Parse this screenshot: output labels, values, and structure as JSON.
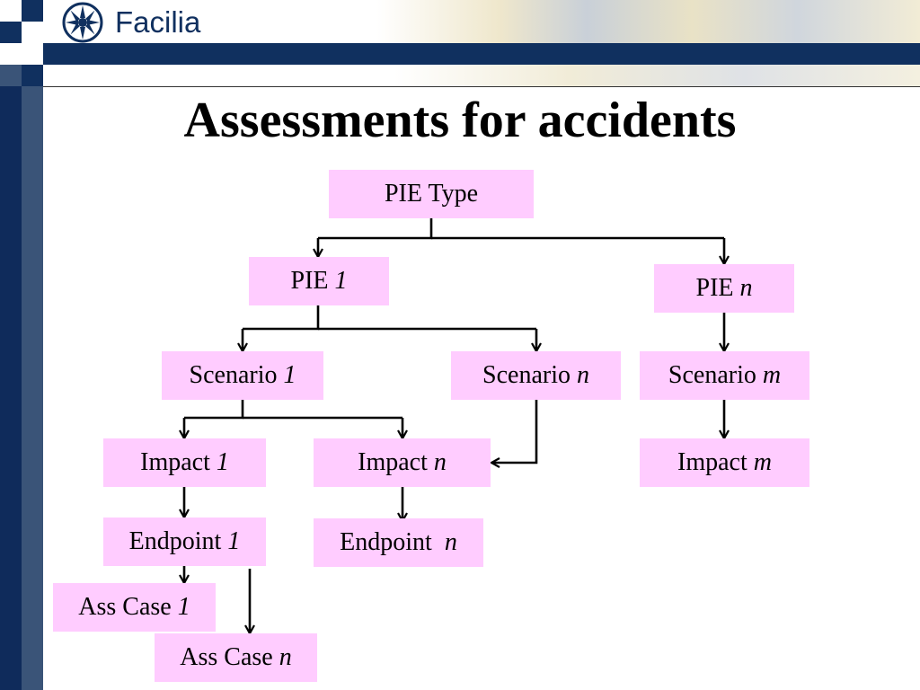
{
  "header": {
    "logo_text": "Facilia"
  },
  "title": "Assessments for accidents",
  "nodes": {
    "pie_type": {
      "label": "PIE Type",
      "suffix": ""
    },
    "pie_1": {
      "label": "PIE ",
      "suffix": "1"
    },
    "pie_n": {
      "label": "PIE ",
      "suffix": "n"
    },
    "scenario_1": {
      "label": "Scenario ",
      "suffix": "1"
    },
    "scenario_n": {
      "label": "Scenario ",
      "suffix": "n"
    },
    "scenario_m": {
      "label": "Scenario ",
      "suffix": "m"
    },
    "impact_1": {
      "label": "Impact ",
      "suffix": "1"
    },
    "impact_n": {
      "label": "Impact ",
      "suffix": "n"
    },
    "impact_m": {
      "label": "Impact ",
      "suffix": "m"
    },
    "endpoint_1": {
      "label": "Endpoint ",
      "suffix": "1"
    },
    "endpoint_n": {
      "label": "Endpoint  ",
      "suffix": "n"
    },
    "ass_case_1": {
      "label": "Ass Case ",
      "suffix": "1"
    },
    "ass_case_n": {
      "label": "Ass Case ",
      "suffix": "n"
    }
  },
  "colors": {
    "node_fill": "#ffccff",
    "navy": "#10305f",
    "strip_dark": "#0f2b5b",
    "strip_light": "#3a5478"
  }
}
